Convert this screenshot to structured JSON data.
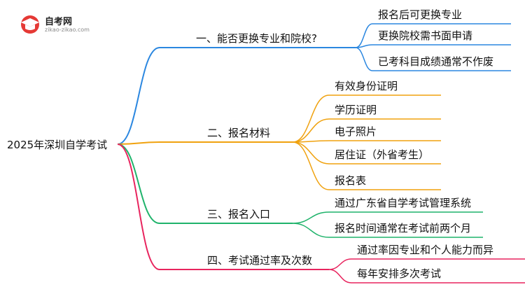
{
  "logo": {
    "name": "自考网",
    "url": "zikao-zikao.com"
  },
  "root": "2025年深圳自学考试",
  "branches": [
    {
      "label": "一、能否更换专业和院校?",
      "color": "#2b87e0",
      "children": [
        "报名后可更换专业",
        "更换院校需书面申请",
        "已考科目成绩通常不作废"
      ]
    },
    {
      "label": "二、报名材料",
      "color": "#f0a20f",
      "children": [
        "有效身份证明",
        "学历证明",
        "电子照片",
        "居住证（外省考生）",
        "报名表"
      ]
    },
    {
      "label": "三、报名入口",
      "color": "#1fb36b",
      "children": [
        "通过广东省自学考试管理系统",
        "报名时间通常在考试前两个月"
      ]
    },
    {
      "label": "四、考试通过率及次数",
      "color": "#e8245e",
      "children": [
        "通过率因专业和个人能力而异",
        "每年安排多次考试"
      ]
    }
  ]
}
